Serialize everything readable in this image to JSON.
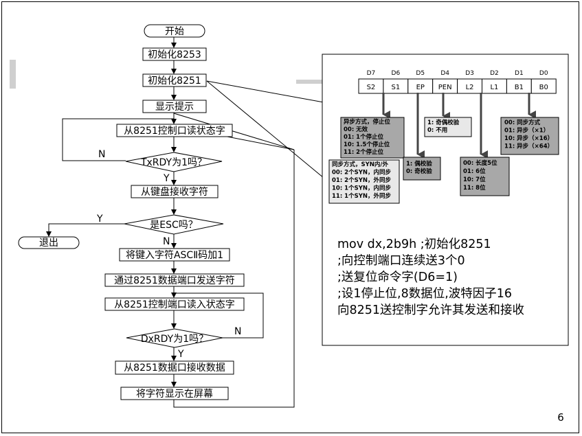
{
  "page_number": "6",
  "flowchart": {
    "start": "开始",
    "init_8253": "初始化8253",
    "init_8251": "初始化8251",
    "show_prompt": "显示提示",
    "read_status_1": "从8251控制口读状态字",
    "txrdy_question": "TxRDY为1吗？",
    "receive_key": "从键盘接收字符",
    "esc_question": "是ESC吗？",
    "exit": "退出",
    "ascii_plus_one": "将键入字符ASCⅡ码加1",
    "send_char": "通过8251数据端口发送字符",
    "read_status_2": "从8251控制端口读入状态字",
    "rxrdy_question": "DxRDY为1吗？",
    "receive_data": "从8251数据口接收数据",
    "display_char": "将字符显示在屏幕",
    "yes": "Y",
    "no": "N"
  },
  "mode_word": {
    "bit_indices": [
      "D7",
      "D6",
      "D5",
      "D4",
      "D3",
      "D2",
      "D1",
      "D0"
    ],
    "bit_names": [
      "S2",
      "S1",
      "EP",
      "PEN",
      "L2",
      "L1",
      "B1",
      "B0"
    ],
    "box_async_stop": [
      "异步方式，停止位",
      "00: 无效",
      "01: 1个停止位",
      "10: 1.5个停止位",
      "11:  2个停止位"
    ],
    "box_sync": [
      "同步方式，SYN内/外",
      "00: 2个SYN，内同步",
      "01: 2个SYN，外同步",
      "10: 1个SYN，内同步",
      "11: 1个SYN，外同步"
    ],
    "box_ep": [
      "1: 偶校验",
      "0: 奇校验"
    ],
    "box_pen": [
      "1: 奇偶校验",
      "0: 不用"
    ],
    "box_length": [
      "00: 长度5位",
      "01: 6位",
      "10: 7位",
      "11: 8位"
    ],
    "box_baud": [
      "00: 同步方式",
      "01: 异步（×1）",
      "10: 异步（×16）",
      "11: 异步（×64）"
    ]
  },
  "code": [
    "mov dx,2b9h ;初始化8251",
    ";向控制端口连续送3个0",
    ";送复位命令字(D6=1)",
    ";设1停止位,8数据位,波特因子16",
    "向8251送控制字允许其发送和接收"
  ],
  "colors": {
    "box_gray": "#a8a8a8",
    "box_gray_light": "#e8e8e8",
    "arrow_dark": "#444444"
  }
}
